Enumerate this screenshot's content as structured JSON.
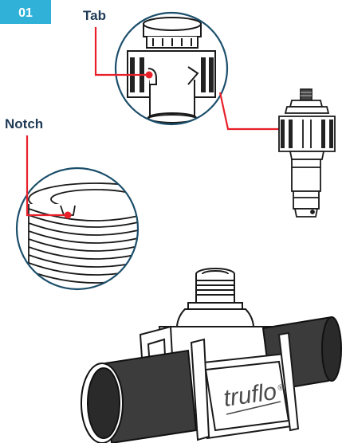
{
  "step_number": "01",
  "labels": {
    "tab": "Tab",
    "notch": "Notch"
  },
  "brand": {
    "logo_text": "truflo",
    "registered_mark": "®"
  },
  "colors": {
    "accent": "#30b2d8",
    "callout_text": "#1f3a56",
    "callout_line": "#e8202a",
    "detail_circle": "#1b4e6b"
  }
}
